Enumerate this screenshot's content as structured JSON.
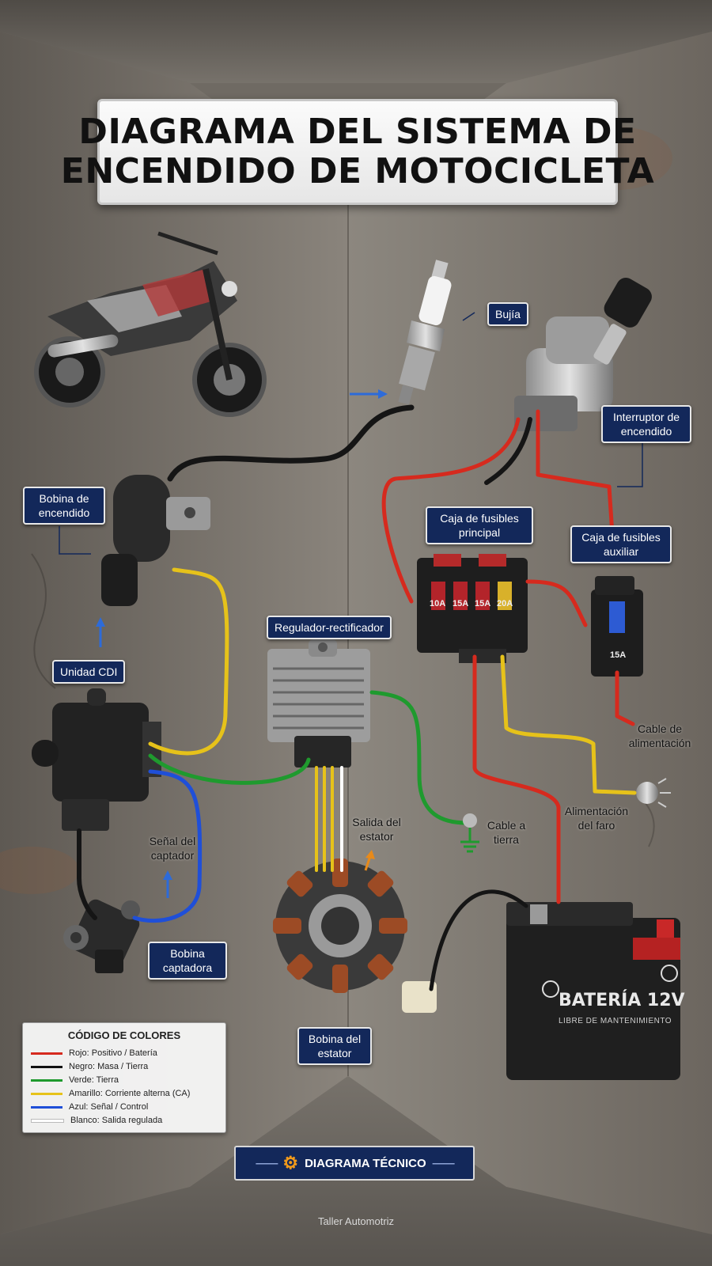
{
  "title": {
    "line1": "DIAGRAMA DEL SISTEMA DE",
    "line2": "ENCENDIDO DE MOTOCICLETA"
  },
  "labels": {
    "bujia": "Bujía",
    "interruptor": "Interruptor de encendido",
    "bobina_encendido": "Bobina de encendido",
    "caja_principal": "Caja de fusibles principal",
    "caja_auxiliar": "Caja de fusibles auxiliar",
    "regulador": "Regulador-rectificador",
    "unidad_cdi": "Unidad CDI",
    "cable_alimentacion": "Cable de alimentación",
    "senal_captador": "Señal del captador",
    "salida_estator": "Salida del estator",
    "cable_tierra": "Cable a tierra",
    "alimentacion_faro": "Alimentación del faro",
    "bobina_captadora": "Bobina captadora",
    "bobina_estator": "Bobina del estator"
  },
  "fuses": {
    "main": [
      "10A",
      "15A",
      "15A",
      "20A"
    ],
    "aux": "15A"
  },
  "battery": {
    "label": "BATERÍA 12V",
    "sublabel": "LIBRE DE MANTENIMIENTO",
    "neg": "−",
    "pos": "+"
  },
  "legend": {
    "title": "CÓDIGO DE COLORES",
    "items": [
      {
        "color": "#d62a1e",
        "text": "Rojo: Positivo / Batería"
      },
      {
        "color": "#111111",
        "text": "Negro: Masa / Tierra"
      },
      {
        "color": "#1f9a2e",
        "text": "Verde: Tierra"
      },
      {
        "color": "#e6c21a",
        "text": "Amarillo: Corriente alterna (CA)"
      },
      {
        "color": "#1f4fd8",
        "text": "Azul: Señal / Control"
      },
      {
        "color": "#ffffff",
        "text": "Blanco: Salida regulada"
      }
    ]
  },
  "footer": {
    "badge": "DIAGRAMA TÉCNICO",
    "credit": "Taller Automotriz"
  },
  "colors": {
    "label_bg": "#13285a",
    "red": "#d62a1e",
    "yellow": "#e6c21a",
    "green": "#1f9a2e",
    "blue": "#1f4fd8",
    "black": "#111111",
    "white": "#ffffff"
  },
  "icons": [
    "gear-icon",
    "arrow-icon",
    "ground-icon",
    "key-icon"
  ]
}
